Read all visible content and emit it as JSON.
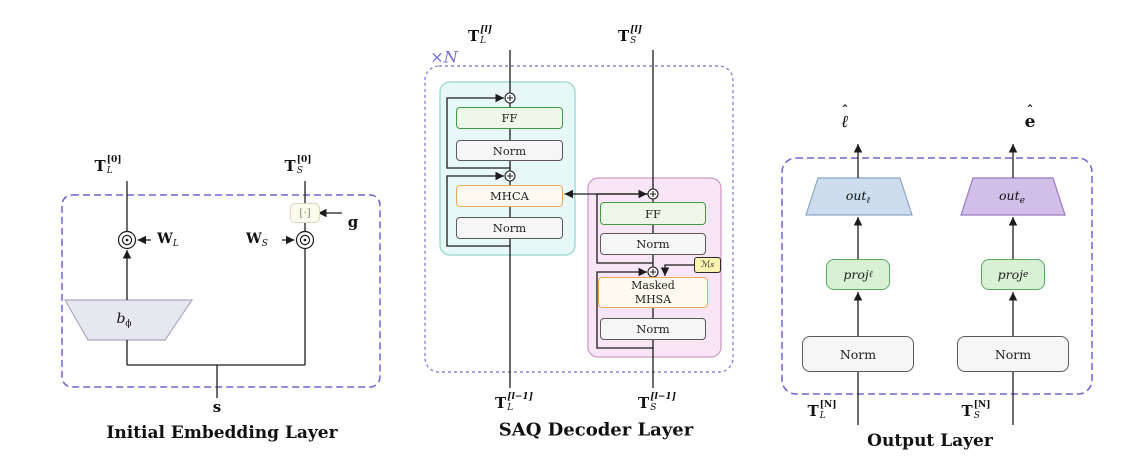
{
  "colors": {
    "dashed_border": "#6c66d4",
    "decoder_dashed_border": "#8a86d8",
    "wire": "#1c1c1c",
    "cyan_block_fill": "#e8f8f6",
    "cyan_block_border": "#96d7cf",
    "pink_block_fill": "#f8e6f6",
    "pink_block_border": "#cf9ac7",
    "green_box_fill": "#edf8e9",
    "green_box_border": "#3f9b41",
    "gray_box_fill": "#f6f6f6",
    "gray_box_border": "#5a5a5a",
    "orange_box_fill": "#fffaf0",
    "orange_box_border": "#eda855",
    "mask_box_fill": "#fbf3b0",
    "gate_box_fill": "#fcfcee",
    "b_phi_fill": "#e7e7f0",
    "out_l_fill": "#cddded",
    "out_e_fill": "#d2bfe8",
    "proj_fill": "#d8f0d4",
    "repeat_label_color": "#6f6bd8"
  },
  "panels": {
    "initial": {
      "caption": "Initial Embedding Layer",
      "t_l0": {
        "base": "T",
        "sup": "[0]",
        "sub": "L"
      },
      "t_s0": {
        "base": "T",
        "sup": "[0]",
        "sub": "S"
      },
      "w_l": {
        "base": "W",
        "sub": "L"
      },
      "w_s": {
        "base": "W",
        "sub": "S"
      },
      "gate_label": "[·]",
      "g_label": "g",
      "s_label": "s",
      "b_phi": {
        "base": "b",
        "sub": "ϕ"
      }
    },
    "decoder": {
      "caption": "SAQ Decoder Layer",
      "repeat_label": "×N",
      "t_l_top": {
        "base": "T",
        "sup": "[l]",
        "sub": "L"
      },
      "t_s_top": {
        "base": "T",
        "sup": "[l]",
        "sub": "S"
      },
      "t_l_bottom": {
        "base": "T",
        "sup": "[l−1]",
        "sub": "L"
      },
      "t_s_bottom": {
        "base": "T",
        "sup": "[l−1]",
        "sub": "S"
      },
      "ff_label": "FF",
      "norm_label": "Norm",
      "mhca_label": "MHCA",
      "masked_mhsa_line1": "Masked",
      "masked_mhsa_line2": "MHSA",
      "mask": {
        "base": "ℳ",
        "sub": "s"
      }
    },
    "output": {
      "caption": "Output Layer",
      "l_hat": {
        "hat": "ˆ",
        "base": "ℓ"
      },
      "e_hat": {
        "hat": "ˆ",
        "base": "e"
      },
      "out_l": {
        "base": "out",
        "sub": "ℓ"
      },
      "out_e": {
        "base": "out",
        "sub": "e"
      },
      "proj_l": {
        "base": "proj",
        "sub": "ℓ"
      },
      "proj_e": {
        "base": "proj",
        "sub": "e"
      },
      "norm_label": "Norm",
      "t_l_n": {
        "base": "T",
        "sup": "[N]",
        "sub": "L"
      },
      "t_s_n": {
        "base": "T",
        "sup": "[N]",
        "sub": "S"
      }
    }
  }
}
